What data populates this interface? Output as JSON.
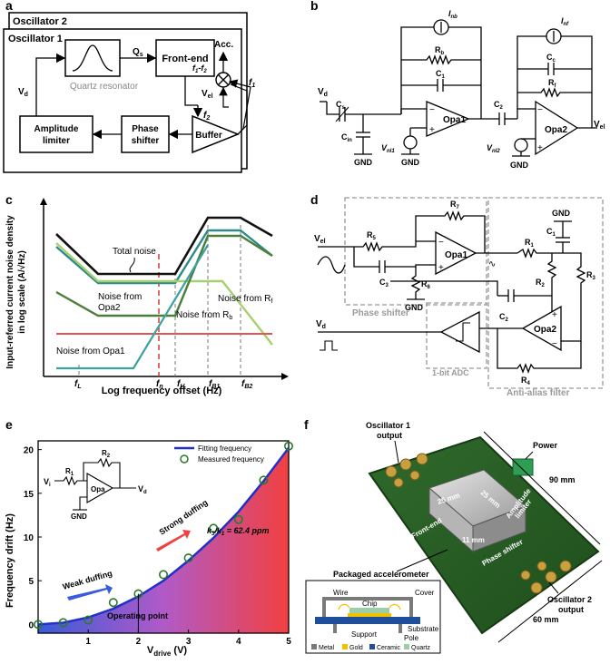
{
  "panel_a": {
    "label": "a",
    "osc2": "Oscillator 2",
    "osc1": "Oscillator 1",
    "resonator": "Quartz resonator",
    "frontend": "Front-end",
    "qs": "Q",
    "qs_sub": "s",
    "vd": "V",
    "vd_sub": "d",
    "vel": "V",
    "vel_sub": "el",
    "amp1": "Amplitude",
    "amp2": "limiter",
    "ps1": "Phase",
    "ps2": "shifter",
    "buffer": "Buffer",
    "acc": "Acc.",
    "f1f2": "f",
    "f2": "f",
    "f1": "f"
  },
  "panel_b": {
    "label": "b",
    "inb": "I",
    "inb_sub": "nb",
    "inf": "I",
    "inf_sub": "nf",
    "rb": "R",
    "rb_sub": "b",
    "c1": "C",
    "c1_sub": "1",
    "cc": "C",
    "cc_sub": "c",
    "rf": "R",
    "rf_sub": "f",
    "vd": "V",
    "vd_sub": "d",
    "cs": "C",
    "cs_sub": "s",
    "cin": "C",
    "cin_sub": "in",
    "c2": "C",
    "c2_sub": "2",
    "vn1": "V",
    "vn1_sub": "nl1",
    "vn2": "V",
    "vn2_sub": "nl2",
    "opa1": "Opa1",
    "opa2": "Opa2",
    "vel": "V",
    "vel_sub": "el",
    "gnd": "GND"
  },
  "panel_c": {
    "label": "c",
    "ylabel1": "Input-referred current noise density",
    "ylabel2": "in log scale (A/√Hz)",
    "xlabel": "Log frequency offset (Hz)",
    "total": "Total noise",
    "opa2": "Noise from",
    "opa2b": "Opa2",
    "rb": "Noise from R",
    "rb_sub": "b",
    "rf": "Noise from R",
    "rf_sub": "f",
    "opa1": "Noise from Opa1",
    "ticks": [
      "f",
      "f",
      "f",
      "f",
      "f"
    ],
    "tick_subs": [
      "L",
      "n",
      "H",
      "B1",
      "B2"
    ]
  },
  "panel_d": {
    "label": "d",
    "r7": "R",
    "r7_sub": "7",
    "r6": "R",
    "r6_sub": "6",
    "r5": "R",
    "r5_sub": "5",
    "c3": "C",
    "c3_sub": "3",
    "vel": "V",
    "vel_sub": "el",
    "opa1": "Opa1",
    "opa2": "Opa2",
    "r1": "R",
    "r1_sub": "1",
    "r2": "R",
    "r2_sub": "2",
    "r3": "R",
    "r3_sub": "3",
    "r4": "R",
    "r4_sub": "4",
    "c1": "C",
    "c1_sub": "1",
    "c2": "C",
    "c2_sub": "2",
    "gnd": "GND",
    "vd": "V",
    "vd_sub": "d",
    "phase": "Phase shifter",
    "adc": "1-bit ADC",
    "aaf": "Anti-alias filter"
  },
  "panel_e": {
    "label": "e",
    "legend_fit": "Fitting frequency",
    "legend_meas": "Measured frequency",
    "weak": "Weak duffing",
    "strong": "Strong duffing",
    "ratio": "k",
    "ratio_mid": "/k",
    "ratio_tail": " = 62.4 ppm",
    "op": "Operating point",
    "inset_vi": "V",
    "inset_vi_sub": "i",
    "inset_vd": "V",
    "inset_vd_sub": "d",
    "inset_r1": "R",
    "inset_r1_sub": "1",
    "inset_r2": "R",
    "inset_r2_sub": "2",
    "inset_opa": "Opa",
    "inset_gnd": "GND"
  },
  "chart_data": {
    "type": "scatter",
    "xlabel": "V",
    "xlabel_sub": "drive",
    "xlabel_unit": " (V)",
    "ylabel": "Frequency drift (Hz)",
    "xlim": [
      0,
      5
    ],
    "ylim": [
      -1,
      21
    ],
    "xticks": [
      1,
      2,
      3,
      4,
      5
    ],
    "yticks": [
      0,
      5,
      10,
      15,
      20
    ],
    "series": [
      {
        "name": "Measured frequency",
        "x": [
          0.0,
          0.5,
          1.0,
          1.5,
          2.0,
          2.5,
          3.0,
          3.5,
          4.0,
          4.5,
          5.0
        ],
        "y": [
          0.0,
          0.2,
          0.5,
          2.5,
          3.5,
          5.7,
          7.6,
          11.0,
          12.0,
          16.5,
          20.4
        ]
      },
      {
        "name": "Fitting frequency",
        "x": [
          0,
          0.5,
          1,
          1.5,
          2,
          2.5,
          3,
          3.5,
          4,
          4.5,
          5
        ],
        "y": [
          0,
          0.2,
          0.8,
          1.8,
          3.2,
          5.0,
          7.3,
          9.9,
          12.9,
          16.4,
          20.2
        ]
      }
    ]
  },
  "panel_f": {
    "label": "f",
    "osc1": "Oscillator 1",
    "osc1b": "output",
    "osc2": "Oscillator 2",
    "osc2b": "output",
    "power": "Power",
    "w90": "90 mm",
    "w60": "60 mm",
    "d25a": "25 mm",
    "d25b": "25 mm",
    "d11": "11 mm",
    "amp": "Amplitude",
    "amp2": "limiter",
    "frontend": "Front-end",
    "phase": "Phase shifter",
    "pkg": "Packaged accelerometer",
    "wire": "Wire",
    "chip": "Chip",
    "cover": "Cover",
    "substrate": "Substrate",
    "support": "Support",
    "pole": "Pole",
    "leg": [
      "Metal",
      "Gold",
      "Ceramic",
      "Quartz"
    ],
    "leg_colors": [
      "#7a7a7a",
      "#f2c200",
      "#1f4e9a",
      "#9ccfa8"
    ]
  }
}
